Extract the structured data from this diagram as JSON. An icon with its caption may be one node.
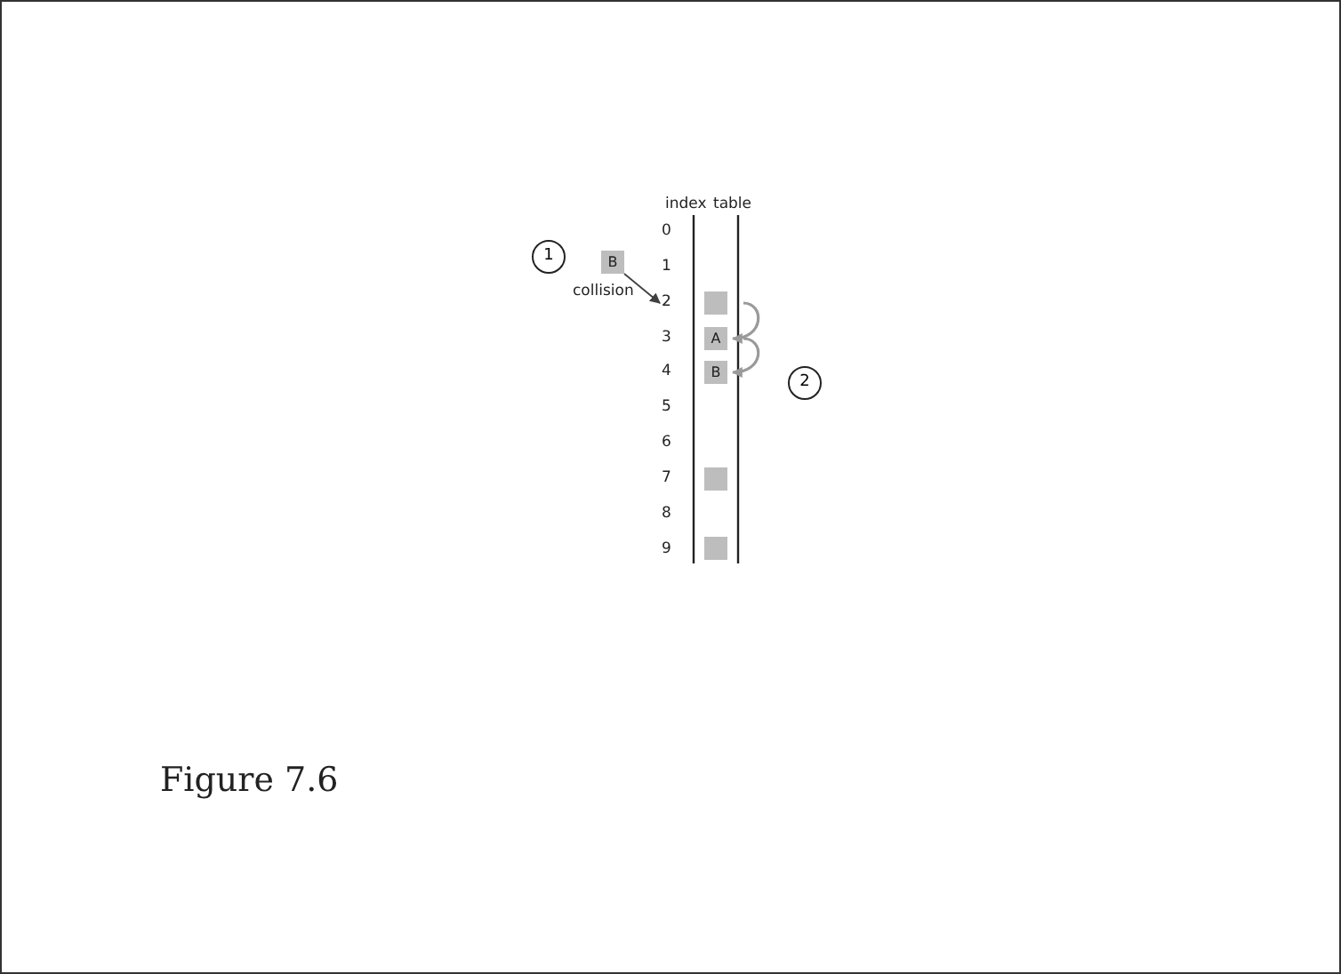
{
  "diagram": {
    "caption": "Figure 7.6",
    "nodes": [
      {
        "text": [
          "B"
        ]
      },
      {
        "text": [
          "2"
        ]
      },
      {
        "text": [],
        "shape": "box"
      },
      {
        "text": [
          "A"
        ]
      },
      {
        "text": [
          "B"
        ]
      },
      {
        "text": [],
        "shape": "box"
      },
      {
        "text": [],
        "shape": "box"
      }
    ],
    "edges": [
      {
        "from": 0,
        "to": 1,
        "arrow": "to",
        "color": "#404040"
      },
      {
        "from": 2,
        "to": 3,
        "arrow": "to"
      },
      {
        "from": 3,
        "to": 4,
        "arrow": "to"
      }
    ],
    "labels": [
      "index",
      "table",
      "0",
      "1",
      "1",
      "collision",
      "3",
      "4",
      "2",
      "5",
      "6",
      "7",
      "8",
      "9"
    ]
  }
}
